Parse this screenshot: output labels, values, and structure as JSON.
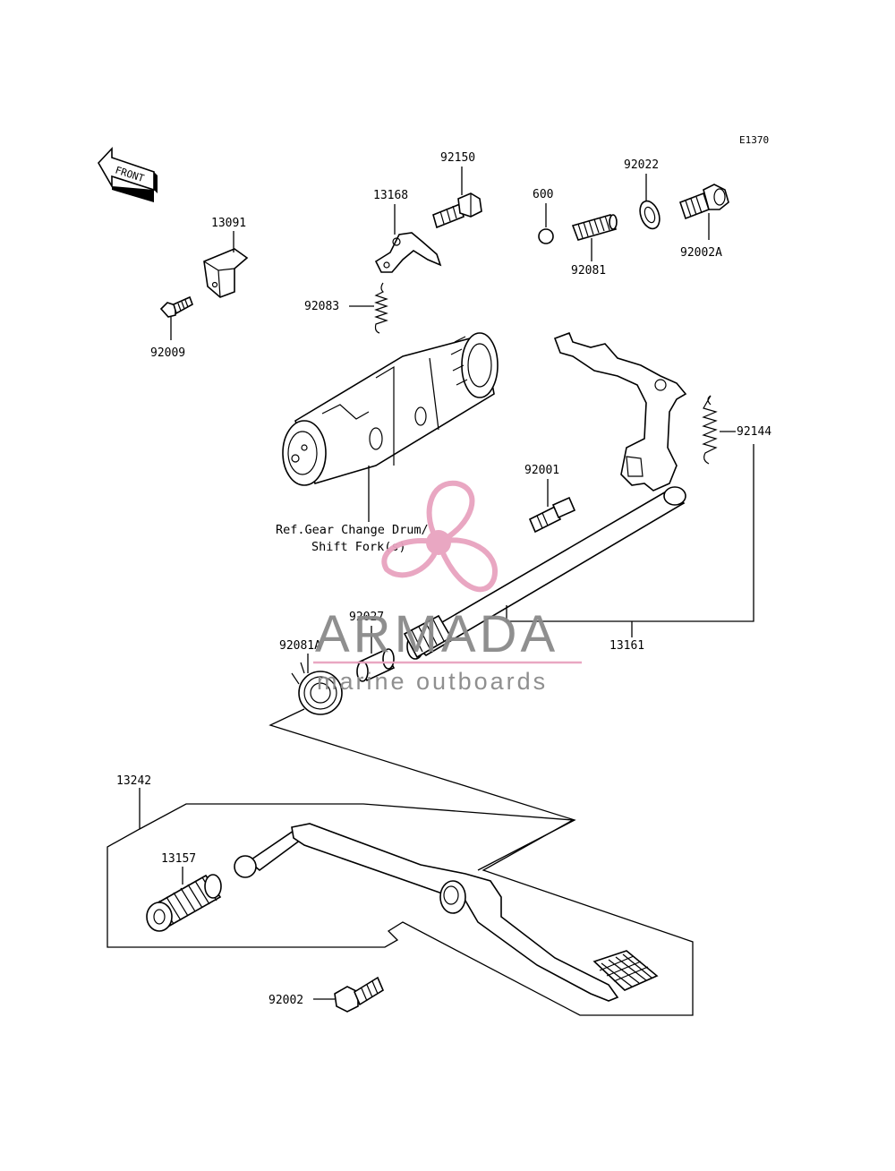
{
  "diagram_code": "E1370",
  "front_arrow_label": "FRONT",
  "parts": {
    "p13091": "13091",
    "p92009": "92009",
    "p13168": "13168",
    "p92083": "92083",
    "p92150": "92150",
    "p600": "600",
    "p92081": "92081",
    "p92022": "92022",
    "p92002A": "92002A",
    "p92144": "92144",
    "p92001": "92001",
    "p13161": "13161",
    "p92027": "92027",
    "p92081A": "92081A",
    "p13242": "13242",
    "p13157": "13157",
    "p92002": "92002"
  },
  "ref_note": {
    "line1": "Ref.Gear Change Drum/",
    "line2": "Shift Fork(s)"
  },
  "watermark": {
    "brand": "ARMADA",
    "tagline": "marine outboards",
    "accent_color": "#e8a3bf",
    "text_color": "#8a8a8a"
  }
}
